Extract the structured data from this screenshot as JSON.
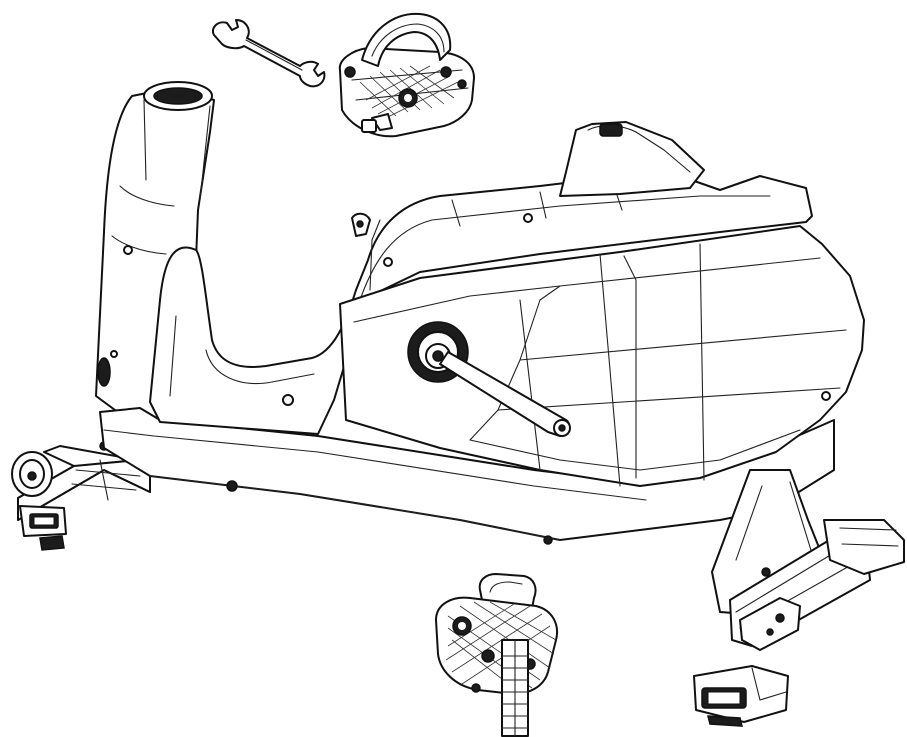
{
  "figure": {
    "parts": {
      "frame": "recumbent-bike-frame",
      "seat_post": "seat-post",
      "console_mast": "console-mast",
      "shroud": "body-shroud",
      "crank": "crank-arm",
      "front_stabilizer": "front-stabilizer",
      "rear_stabilizer": "rear-stabilizer",
      "left_pedal": "left-pedal-with-strap",
      "right_pedal": "right-pedal-with-strap",
      "wrench": "wrench"
    },
    "colors": {
      "line": "#111111",
      "fill": "#ffffff",
      "dark": "#1c1c1c"
    }
  }
}
